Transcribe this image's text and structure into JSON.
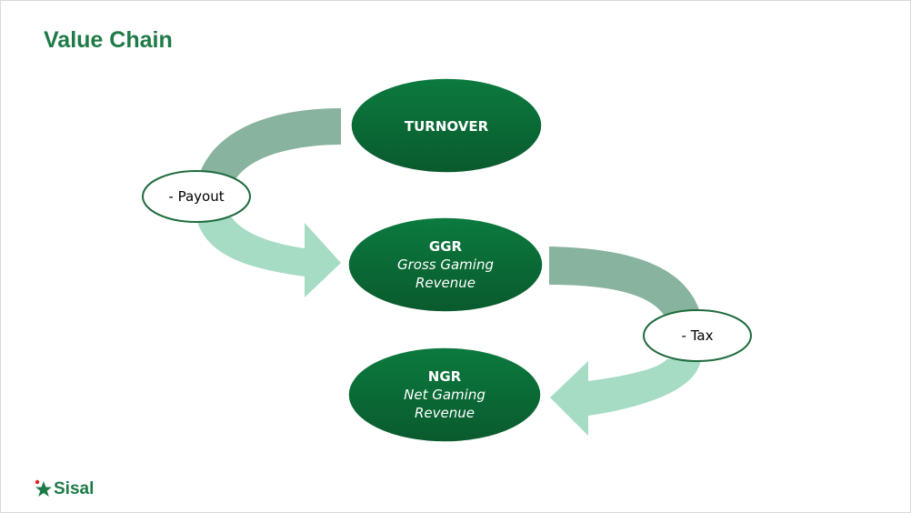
{
  "slide": {
    "title": "Value Chain",
    "logo_text": "Sisal"
  },
  "diagram": {
    "nodes": [
      {
        "id": "turnover",
        "title": "TURNOVER",
        "subtitle_lines": []
      },
      {
        "id": "ggr",
        "title": "GGR",
        "subtitle_lines": [
          "Gross Gaming",
          "Revenue"
        ]
      },
      {
        "id": "ngr",
        "title": "NGR",
        "subtitle_lines": [
          "Net Gaming",
          "Revenue"
        ]
      }
    ],
    "operations": [
      {
        "id": "payout",
        "label": "- Payout",
        "from": "turnover",
        "to": "ggr"
      },
      {
        "id": "tax",
        "label": "- Tax",
        "from": "ggr",
        "to": "ngr"
      }
    ]
  },
  "colors": {
    "title": "#1e7a47",
    "node_fill_top": "#0b7a3e",
    "node_fill_bottom": "#0a5a2e",
    "arrow_dark": "#88b39e",
    "arrow_light": "#a6dcc4",
    "operation_border": "#1e6b3e"
  }
}
